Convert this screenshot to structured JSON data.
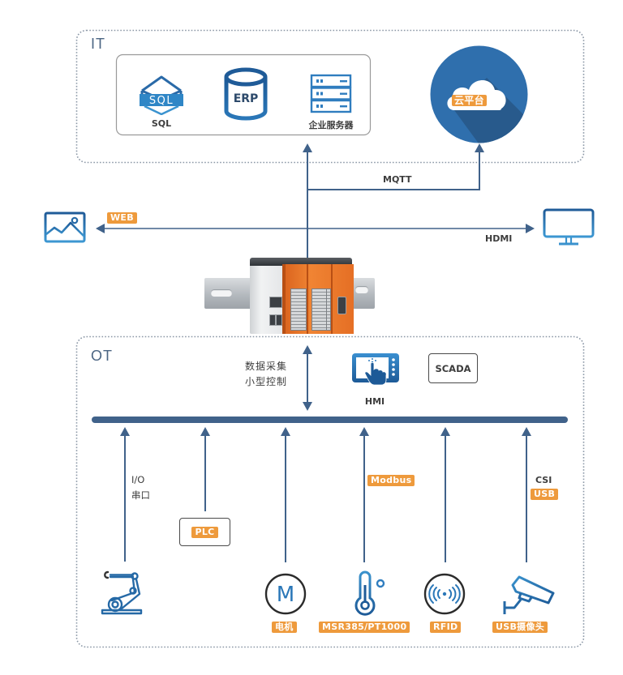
{
  "colors": {
    "accent_orange": "#EE9A3C",
    "line_blue": "#40628A",
    "icon_blue": "#2F7DBF",
    "cloud_blue": "#2F6FAD",
    "text_dark": "#3A3A3A"
  },
  "it_section": {
    "label": "IT",
    "systems": [
      {
        "icon": "sql-database-icon",
        "icon_text": "SQL",
        "label": "SQL"
      },
      {
        "icon": "erp-database-icon",
        "icon_text": "ERP"
      },
      {
        "icon": "server-rack-icon",
        "label": "企业服务器"
      }
    ],
    "cloud": {
      "icon": "cloud-platform-icon",
      "label": "云平台"
    }
  },
  "links": {
    "mqtt": "MQTT",
    "web": "WEB",
    "hdmi": "HDMI"
  },
  "peripherals": {
    "web_display_icon": "image-icon",
    "hdmi_display_icon": "monitor-icon"
  },
  "controller": {
    "icon": "din-rail-controller-icon"
  },
  "ot_section": {
    "label": "OT",
    "bus_caption": [
      "数据采集",
      "小型控制"
    ],
    "hmi": {
      "icon": "hmi-touch-icon",
      "label": "HMI"
    },
    "scada": {
      "label": "SCADA"
    },
    "connections": [
      {
        "labels": [
          "I/O",
          "串口"
        ]
      },
      {
        "badge": "PLC"
      },
      {},
      {
        "badge": "Modbus"
      },
      {},
      {
        "label": "CSI",
        "badge": "USB"
      }
    ],
    "devices": [
      {
        "icon": "robot-arm-icon"
      },
      {
        "icon": "motor-icon",
        "icon_text": "M",
        "badge": "电机"
      },
      {
        "icon": "thermometer-icon",
        "badge": "MSR385/PT1000"
      },
      {
        "icon": "rfid-icon",
        "badge": "RFID"
      },
      {
        "icon": "camera-icon",
        "badge": "USB摄像头"
      }
    ]
  }
}
